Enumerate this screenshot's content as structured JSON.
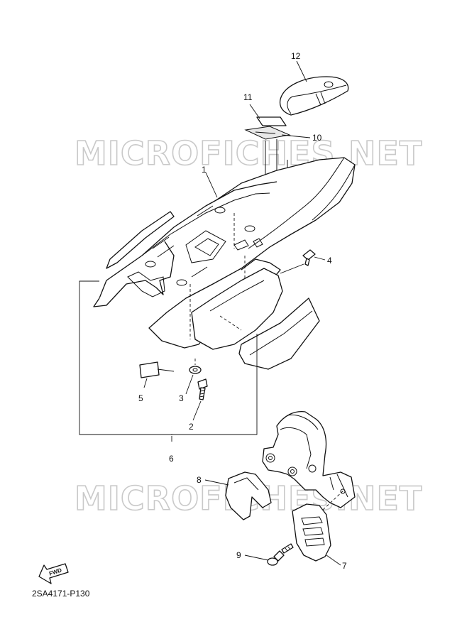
{
  "watermark": "MICROFICHES.NET",
  "diagram_code": "2SA4171-P130",
  "fwd_label": "FWD",
  "callouts": {
    "c1": "1",
    "c2": "2",
    "c3": "3",
    "c4": "4",
    "c5": "5",
    "c6": "6",
    "c7": "7",
    "c8": "8",
    "c9": "9",
    "c10": "10",
    "c11": "11",
    "c12": "12"
  }
}
